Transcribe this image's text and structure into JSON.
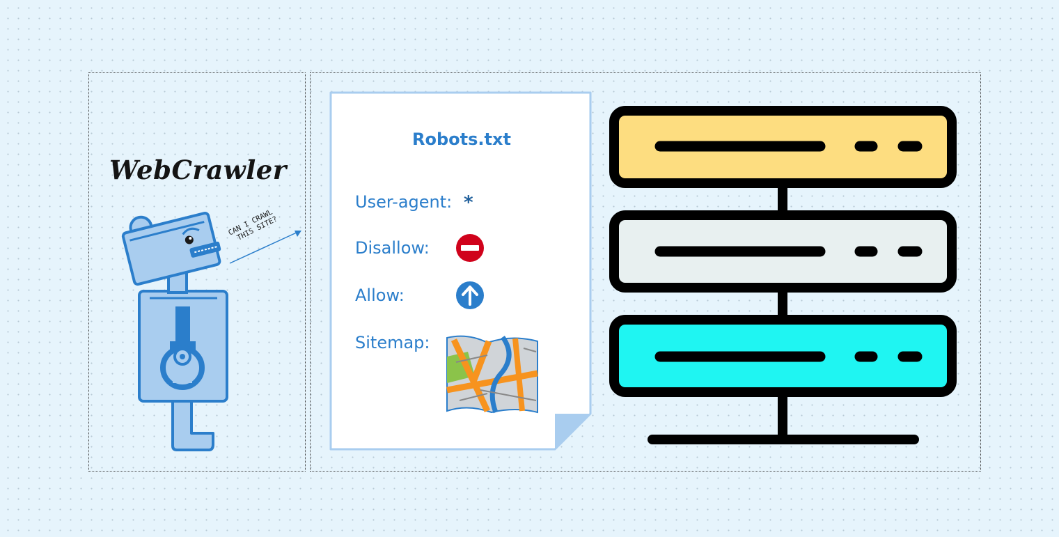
{
  "crawler": {
    "title": "WebCrawler",
    "speech_line1": "CAN I CRAWL",
    "speech_line2": "THIS SITE?"
  },
  "robots_file": {
    "title": "Robots.txt",
    "user_agent_label": "User-agent:",
    "user_agent_value": "*",
    "disallow_label": "Disallow:",
    "allow_label": "Allow:",
    "sitemap_label": "Sitemap:"
  },
  "colors": {
    "accent_blue": "#2b7ecb",
    "disallow_red": "#d0021b",
    "server_top": "#fddd80",
    "server_middle": "#e8f0f0",
    "server_bottom": "#1ff5f2"
  }
}
